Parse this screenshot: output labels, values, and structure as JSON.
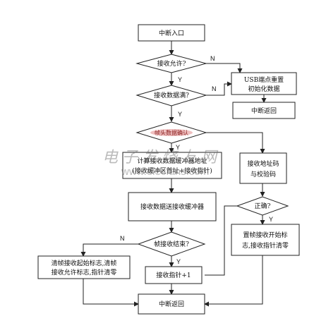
{
  "nodes": {
    "start": "中断入口",
    "recv_allowed": "接收允许?",
    "usb_reset_1": "USB端点重置",
    "usb_reset_2": "初始化数据",
    "recv_full": "接收数据满?",
    "int_return_1": "中断返回",
    "check_data": "帧头数据确认",
    "calc_addr_1": "计算接收数据缓冲器地址",
    "calc_addr_2": "(接收缓冲区首址+接收指针)",
    "recv_addr_1": "接收地址码",
    "recv_addr_2": "与校验码",
    "send_buffer": "接收数据送接收缓冲器",
    "correct": "正确?",
    "set_flag_1": "置帧接收开始标",
    "set_flag_2": "志,接收指针清零",
    "frame_end": "帧接收结束?",
    "clear_flag_1": "清帧接收起始标志,清帧",
    "clear_flag_2": "接收允许标志,指针清零",
    "ptr_inc": "接收指针+1",
    "int_return_2": "中断返回"
  },
  "edge_labels": {
    "allowed_no": "N",
    "allowed_yes": "Y",
    "full_no": "N",
    "full_yes": "Y",
    "check_yes": "Y",
    "correct_yes": "Y",
    "frame_no": "N",
    "frame_yes": "Y"
  },
  "watermark": {
    "text": "电子发烧友网",
    "url": "www.elecfans.com"
  }
}
